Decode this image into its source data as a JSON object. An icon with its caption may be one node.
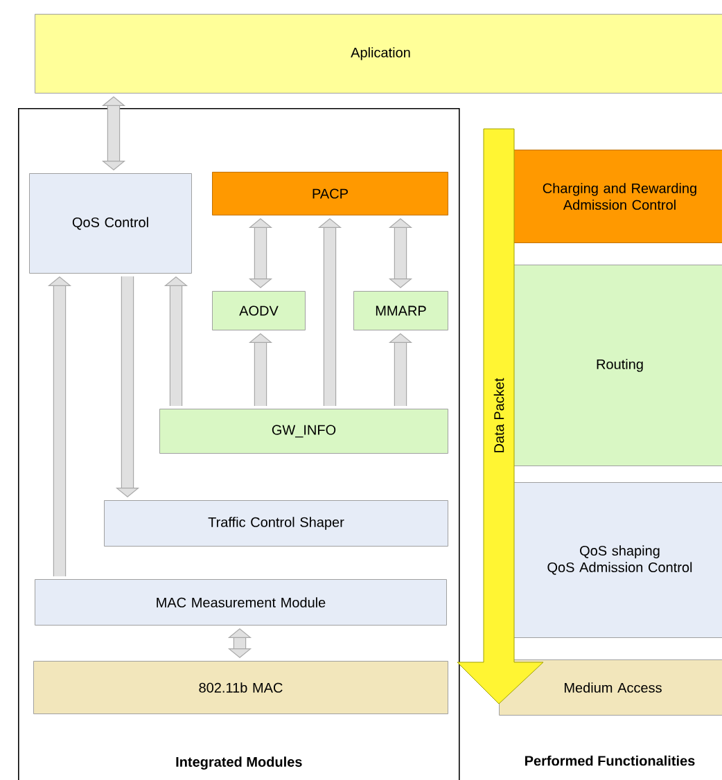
{
  "diagram": {
    "nodes": [
      {
        "text": [
          "Aplication"
        ]
      },
      {
        "text": [
          "Integrated Modules"
        ]
      },
      {
        "text": [
          "QoS Control"
        ],
        "in": 1
      },
      {
        "text": [
          "PACP"
        ],
        "in": 1
      },
      {
        "text": [
          "AODV"
        ],
        "in": 1
      },
      {
        "text": [
          "MMARP"
        ],
        "in": 1
      },
      {
        "text": [
          "GW_INFO"
        ],
        "in": 1
      },
      {
        "text": [
          "Traffic Control Shaper"
        ],
        "in": 1
      },
      {
        "text": [
          "MAC Measurement Module"
        ],
        "in": 1
      },
      {
        "text": [
          "802.11b MAC"
        ],
        "in": 1
      },
      {
        "text": [
          "Charging and Rewarding Admission Control"
        ]
      },
      {
        "text": [
          "Routing"
        ]
      },
      {
        "text": [
          "QoS shaping",
          "QoS Admission Control"
        ]
      },
      {
        "text": [
          "Medium Access"
        ]
      },
      {
        "text": [
          "Data Packet"
        ]
      }
    ],
    "edges": [
      {
        "from": 0,
        "to": 2,
        "arrow": "both"
      },
      {
        "from": 3,
        "to": 4,
        "arrow": "both"
      },
      {
        "from": 6,
        "to": 3,
        "arrow": "to"
      },
      {
        "from": 3,
        "to": 5,
        "arrow": "both"
      },
      {
        "from": 6,
        "to": 4,
        "arrow": "to"
      },
      {
        "from": 6,
        "to": 5,
        "arrow": "to"
      },
      {
        "from": 6,
        "to": 2,
        "arrow": "to"
      },
      {
        "from": 2,
        "to": 7,
        "arrow": "to"
      },
      {
        "from": 8,
        "to": 2,
        "arrow": "to"
      },
      {
        "from": 8,
        "to": 9,
        "arrow": "both"
      }
    ],
    "labels": [
      "Performed Functionalities"
    ]
  }
}
